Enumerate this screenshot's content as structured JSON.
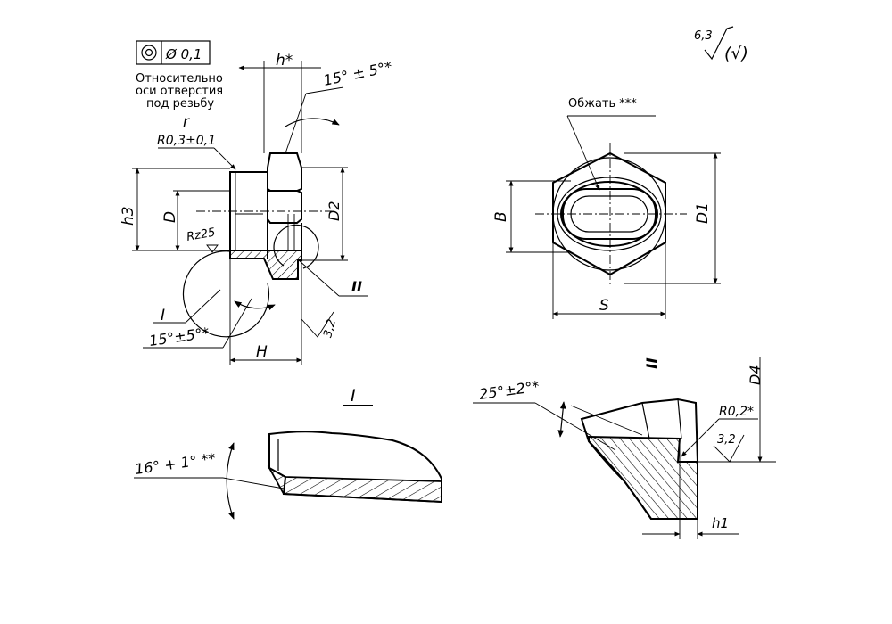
{
  "tolerance_frame": {
    "symbol": "◎",
    "value": "Ø 0,1",
    "note_lines": [
      "Относительно",
      "оси отверстия",
      "под резьбу"
    ]
  },
  "roughness": {
    "value": "6,3",
    "extra": "(√)"
  },
  "main_view": {
    "h_star": "h*",
    "angle_top": "15° ± 5°*",
    "r_label": "r",
    "radius": "R0,3±0,1",
    "h3": "h3",
    "d": "D",
    "d2": "D2",
    "rz": "Rz25",
    "view_i": "I",
    "view_ii": "II",
    "angle_bottom": "15°±5°*",
    "roughness_32": "3,2",
    "h_dim": "H"
  },
  "hex_view": {
    "crimp": "Обжать ***",
    "b": "B",
    "d1": "D1",
    "s": "S"
  },
  "detail_i": {
    "title": "I",
    "angle": "16° + 1° **"
  },
  "detail_ii": {
    "title": "II",
    "angle": "25°±2°*",
    "radius": "R0,2*",
    "d4": "D4",
    "roughness_32": "3,2",
    "h1": "h1"
  }
}
